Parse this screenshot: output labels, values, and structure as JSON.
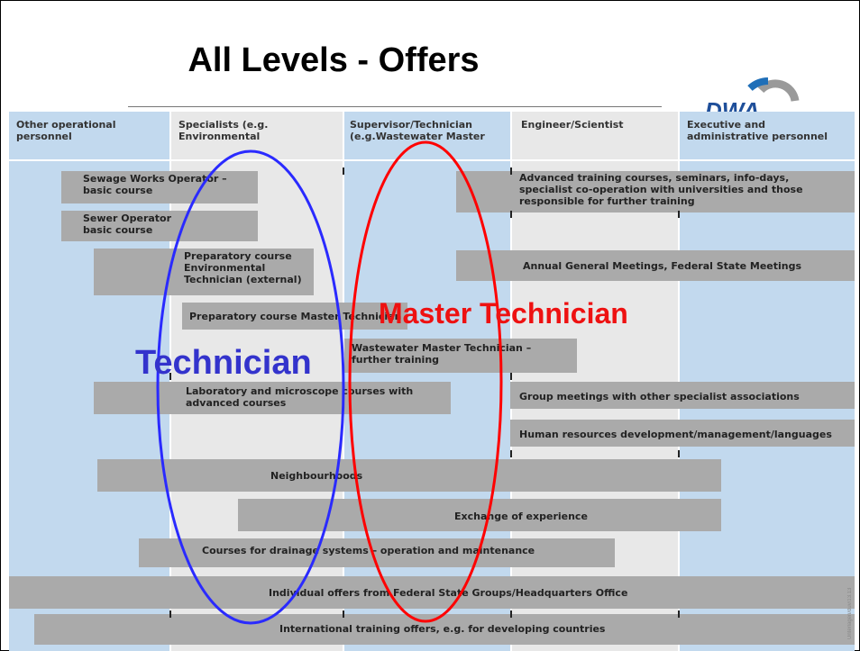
{
  "slide": {
    "title": "All Levels - Offers",
    "logo_text": "DWA",
    "side_note": "Unterlagen/duv/13.13"
  },
  "columns": [
    {
      "label": "Other operational personnel"
    },
    {
      "label": "Specialists (e.g. Environmental"
    },
    {
      "label": "Supervisor/Technician (e.g.Wastewater Master"
    },
    {
      "label": "Engineer/Scientist"
    },
    {
      "label": "Executive and administrative personnel"
    }
  ],
  "offers": {
    "sewage_works": "Sewage Works Operator – basic course",
    "sewer_operator": "Sewer Operator basic course",
    "advanced_training": "Advanced training courses, seminars, info-days, specialist co-operation with universities and those responsible for further training",
    "prep_env": "Preparatory course Environmental Technician (external)",
    "annual_meetings": "Annual General Meetings, Federal State Meetings",
    "prep_master": "Preparatory course Master Technician",
    "wastewater_master": "Wastewater Master Technician – further training",
    "laboratory": "Laboratory and microscope courses with advanced courses",
    "group_meetings": "Group meetings with other specialist associations",
    "hr_development": "Human resources development/management/languages",
    "neighbourhoods": "Neighbourhoods",
    "exchange": "Exchange of experience",
    "drainage": "Courses for drainage systems – operation and maintenance",
    "individual": "Individual offers from Federal State Groups/Headquarters Office",
    "international": "International training offers, e.g. for developing countries"
  },
  "overlays": {
    "technician": "Technician",
    "master_technician": "Master Technician",
    "technician_color": "#3333cc",
    "master_color": "#ee1111"
  }
}
